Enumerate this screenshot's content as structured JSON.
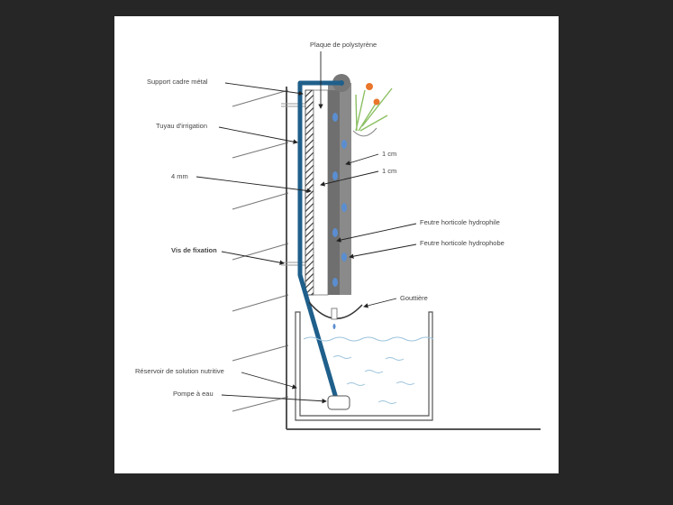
{
  "labels": {
    "plaque": "Plaque de polystyrène",
    "support": "Support cadre métal",
    "tuyau": "Tuyau d'irrigation",
    "mm4": "4 mm",
    "cm1a": "1 cm",
    "cm1b": "1 cm",
    "hydrophile": "Feutre horticole hydrophile",
    "hydrophobe": "Feutre horticole hydrophobe",
    "vis": "Vis de fixation",
    "gouttiere": "Gouttière",
    "reservoir": "Réservoir de solution nutritive",
    "pompe": "Pompe à eau"
  },
  "colors": {
    "pipe": "#1f5f8b",
    "felt": "#8a8a8a",
    "water": "#9cc3dc",
    "background": "#262626"
  }
}
